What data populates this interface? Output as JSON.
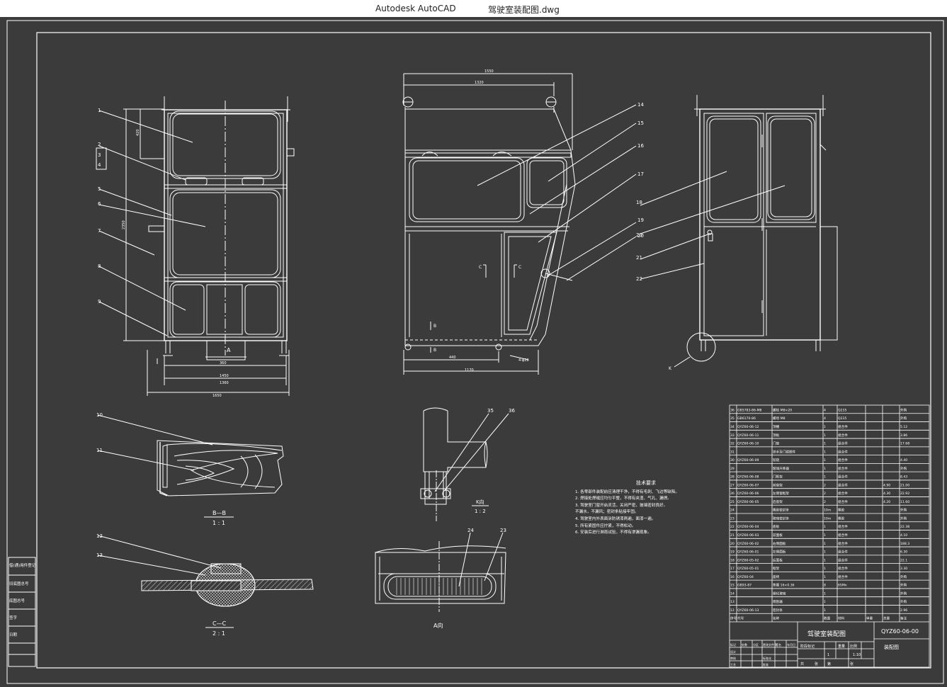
{
  "window": {
    "app_name": "Autodesk AutoCAD",
    "document_name": "驾驶室装配图.dwg"
  },
  "drawing": {
    "colors": {
      "background": "#3b3b3b",
      "lines": "#ffffff"
    },
    "dimensions": {
      "front_overall": "1650",
      "front_inner": "1360",
      "front_mid": "1450",
      "front_small": "360",
      "front_height": "2350",
      "front_top": "420",
      "side_top_overall": "1550",
      "side_top_inner": "1320",
      "side_bottom": "1170",
      "side_bottom_left": "440"
    },
    "section_marks": {
      "a_arrow": "A",
      "c_left": "C",
      "c_right": "C",
      "b_top": "B",
      "b_bottom": "B",
      "k_label": "K",
      "k_scale": "4-φ28"
    },
    "part_numbers": {
      "front": [
        "1",
        "2",
        "3",
        "4",
        "5",
        "6",
        "7",
        "8",
        "9"
      ],
      "side": [
        "14",
        "15",
        "16",
        "17",
        "19",
        "20"
      ],
      "rear": [
        "18",
        "20",
        "21",
        "22"
      ],
      "bb": [
        "10",
        "11"
      ],
      "cc": [
        "12",
        "13"
      ],
      "k": [
        "35",
        "36"
      ],
      "a_view": [
        "24",
        "23"
      ]
    },
    "section_titles": {
      "bb": "B—B",
      "bb_scale": "1 : 1",
      "cc": "C—C",
      "cc_scale": "2 : 1",
      "k": "K向",
      "k_scale": "1 : 2",
      "a": "A向"
    },
    "notes": {
      "title": "技术要求",
      "lines": [
        "1. 各零部件装配前应清理干净，不得有毛刺、飞边等缺陷。",
        "2. 焊接处焊缝应均匀平整，不得有夹渣、气孔、漏焊。",
        "3. 驾驶室门窗开启灵活，关闭严密，玻璃密封良好。",
        "   不漏水，不漏风；密封条粘接牢固。",
        "4. 驾驶室内外表面涂防锈漆两遍，面漆一遍。",
        "5. 所有紧固件应拧紧，不得松动。",
        "6. 安装后进行淋雨试验，不得有渗漏现象。"
      ]
    },
    "title_block": {
      "drawing_name": "驾驶室装配图",
      "drawing_number": "QYZ60-06-00",
      "subtitle": "装配图",
      "scale": "1:10",
      "sheet": "1",
      "header": [
        "序号",
        "代号",
        "名称",
        "数量",
        "材料",
        "单重",
        "总重",
        "备注"
      ],
      "parts": [
        [
          "36",
          "GB5783-86-M8",
          "螺栓 M8×20",
          "4",
          "Q235",
          "",
          "",
          "外购"
        ],
        [
          "35",
          "GB6170-86",
          "螺母 M8",
          "4",
          "Q235",
          "",
          "",
          "外购"
        ],
        [
          "34",
          "QYZ60-06-12",
          "顶棚",
          "1",
          "组合件",
          "",
          "",
          "5.12"
        ],
        [
          "33",
          "QYZ60-06-11",
          "顶板",
          "1",
          "组合件",
          "",
          "",
          "3.86"
        ],
        [
          "32",
          "QYZ60-06-10",
          "门窗",
          "1",
          "组合件",
          "",
          "",
          "17.68"
        ],
        [
          "31",
          "",
          "扶手及门锁部件",
          "1",
          "组合件",
          "",
          "",
          ""
        ],
        [
          "30",
          "QYZ60-06-09",
          "铰链",
          "1",
          "组合件",
          "",
          "",
          "4.40"
        ],
        [
          "29",
          "",
          "玻璃升降器",
          "1",
          "组合件",
          "",
          "",
          "外购"
        ],
        [
          "28",
          "QYZ60-06-08",
          "门框架",
          "1",
          "组合件",
          "",
          "",
          "8.43"
        ],
        [
          "27",
          "QYZ60-06-07",
          "前窗架",
          "2",
          "组合件",
          "",
          "4.90",
          "21.00"
        ],
        [
          "26",
          "QYZ60-06-06",
          "左侧窗框架",
          "2",
          "组合件",
          "",
          "4.30",
          "22.92"
        ],
        [
          "25",
          "QYZ60-06-05",
          "后窗架",
          "2",
          "组合件",
          "",
          "4.20",
          "11.60"
        ],
        [
          "24",
          "",
          "橡胶密封条",
          "10m",
          "橡胶",
          "",
          "",
          "外购"
        ],
        [
          "23",
          "",
          "玻璃密封条",
          "10m",
          "橡胶",
          "",
          "",
          "外购"
        ],
        [
          "22",
          "QYZ60-06-04",
          "底板",
          "1",
          "组合件",
          "",
          "",
          "22.38"
        ],
        [
          "21",
          "QYZ60-06-03",
          "前面板",
          "1",
          "组合件",
          "",
          "",
          "4.10"
        ],
        [
          "20",
          "QYZ60-06-02",
          "右侧面板",
          "1",
          "组合件",
          "",
          "",
          "188.3"
        ],
        [
          "19",
          "QYZ60-06-01",
          "左侧面板",
          "1",
          "组合件",
          "",
          "",
          "6.30"
        ],
        [
          "18",
          "QYZ60-05-02",
          "后面板",
          "1",
          "组合件",
          "",
          "",
          "22.1"
        ],
        [
          "17",
          "QYZ60-05-01",
          "框架",
          "1",
          "组合件",
          "",
          "",
          "3.30"
        ],
        [
          "16",
          "QYZ60-04",
          "座椅",
          "1",
          "组合件",
          "",
          "",
          "外购"
        ],
        [
          "15",
          "GB93-87",
          "垫圈 16×0.36",
          "8",
          "65Mn",
          "",
          "",
          "外购"
        ],
        [
          "14",
          "",
          "钢化玻璃",
          "1",
          "",
          "",
          "",
          "外购"
        ],
        [
          "13",
          "",
          "雨刮器",
          "1",
          "",
          "",
          "",
          "外购"
        ],
        [
          "12",
          "QYZ60-06-13",
          "密封条",
          "1",
          "",
          "",
          "",
          "2.96"
        ]
      ],
      "sign_labels": [
        "标记",
        "处数",
        "分区",
        "更改文件号",
        "签名",
        "年月日"
      ],
      "sign_rows": [
        "设计",
        "审核",
        "工艺",
        "标准化",
        "批准"
      ],
      "stage_labels": [
        "阶段标记",
        "重量",
        "比例"
      ],
      "sheet_labels": [
        "共",
        "张",
        "第",
        "张"
      ]
    },
    "left_strip": [
      "借(通)用件登记",
      "旧底图总号",
      "底图总号",
      "签字",
      "日期"
    ]
  }
}
